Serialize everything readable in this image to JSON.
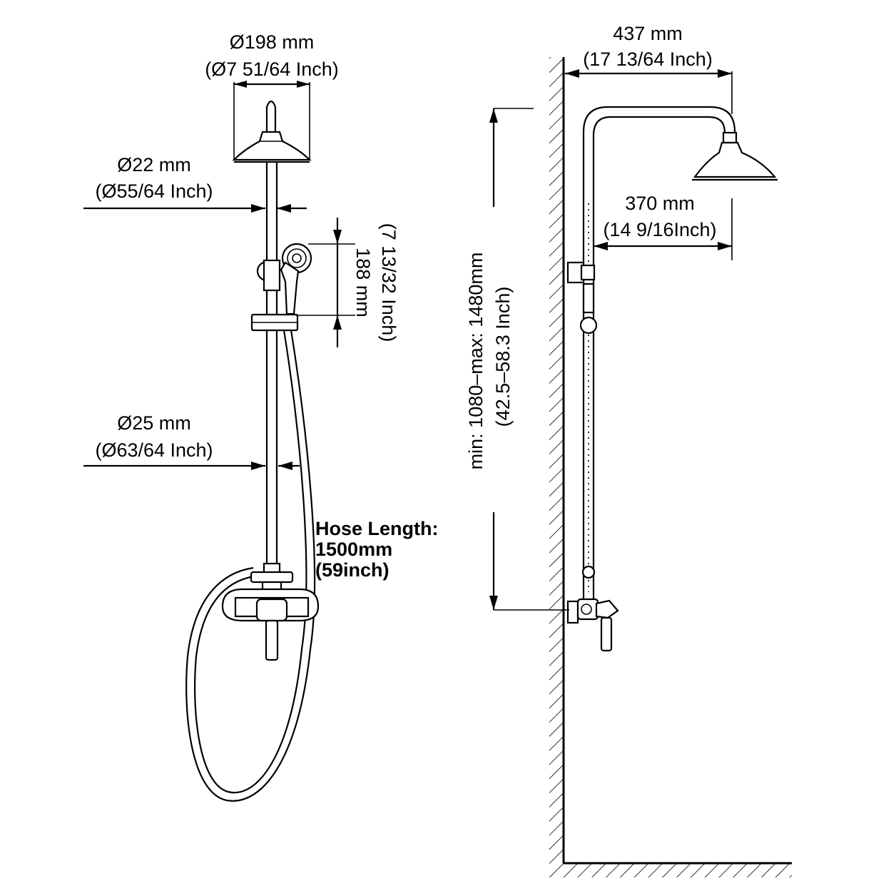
{
  "front_view": {
    "head_diameter": {
      "mm": "Ø198 mm",
      "inch": "(Ø7 51/64 Inch)"
    },
    "upper_pipe_diameter": {
      "mm": "Ø22 mm",
      "inch": "(Ø55/64 Inch)"
    },
    "lower_pipe_diameter": {
      "mm": "Ø25 mm",
      "inch": "(Ø63/64 Inch)"
    },
    "handshower_length": {
      "mm": "188 mm",
      "inch": "(7 13/32 Inch)"
    },
    "hose": {
      "title": "Hose Length:",
      "mm": "1500mm",
      "inch": "(59inch)"
    }
  },
  "side_view": {
    "total_reach": {
      "mm": "437 mm",
      "inch": "(17 13/64 Inch)"
    },
    "arm_reach": {
      "mm": "370 mm",
      "inch": "(14 9/16Inch)"
    },
    "height_range": {
      "mm": "min: 1080–max: 1480mm",
      "inch": "(42.5–58.3 Inch)"
    }
  }
}
